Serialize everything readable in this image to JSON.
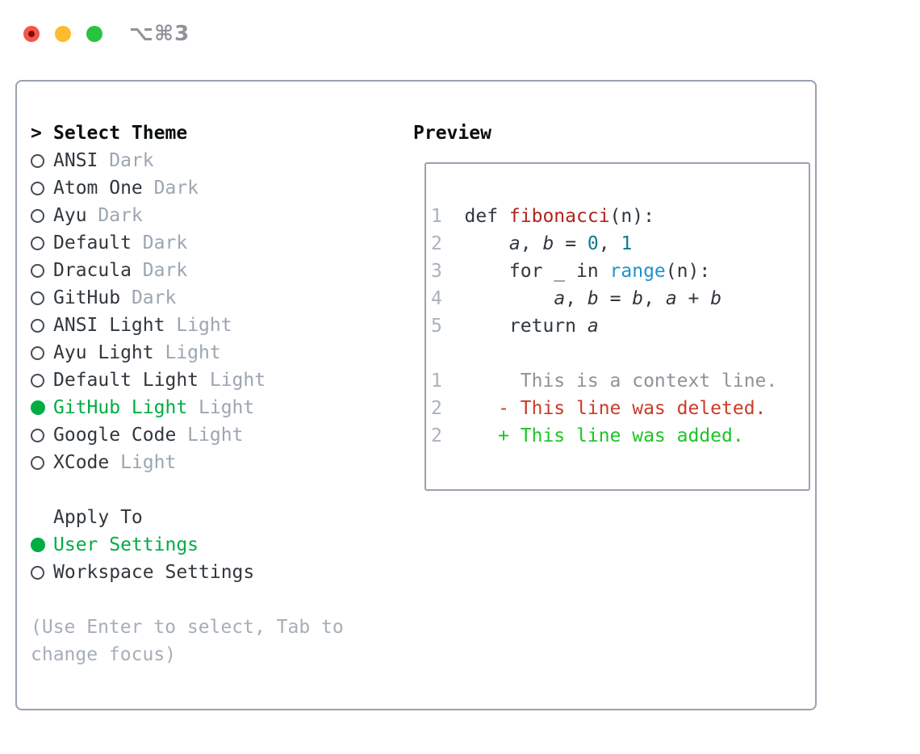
{
  "titlebar": {
    "shortcut": "⌥⌘3",
    "buttons": [
      "close",
      "minimize",
      "zoom"
    ]
  },
  "theme_picker": {
    "prompt_char": ">",
    "title": "Select Theme",
    "items": [
      {
        "name": "ANSI",
        "tag": "Dark",
        "selected": false
      },
      {
        "name": "Atom One",
        "tag": "Dark",
        "selected": false
      },
      {
        "name": "Ayu",
        "tag": "Dark",
        "selected": false
      },
      {
        "name": "Default",
        "tag": "Dark",
        "selected": false
      },
      {
        "name": "Dracula",
        "tag": "Dark",
        "selected": false
      },
      {
        "name": "GitHub",
        "tag": "Dark",
        "selected": false
      },
      {
        "name": "ANSI Light",
        "tag": "Light",
        "selected": false
      },
      {
        "name": "Ayu Light",
        "tag": "Light",
        "selected": false
      },
      {
        "name": "Default Light",
        "tag": "Light",
        "selected": false
      },
      {
        "name": "GitHub Light",
        "tag": "Light",
        "selected": true
      },
      {
        "name": "Google Code",
        "tag": "Light",
        "selected": false
      },
      {
        "name": "XCode",
        "tag": "Light",
        "selected": false
      }
    ],
    "apply_to": {
      "title": "Apply To",
      "options": [
        {
          "name": "User Settings",
          "selected": true
        },
        {
          "name": "Workspace Settings",
          "selected": false
        }
      ]
    },
    "hint": "(Use Enter to select, Tab to change focus)"
  },
  "preview": {
    "title": "Preview",
    "lines": [
      {
        "num": "1",
        "tokens": [
          {
            "t": "def ",
            "c": "plain"
          },
          {
            "t": "fibonacci",
            "c": "fn"
          },
          {
            "t": "(n):",
            "c": "plain"
          }
        ]
      },
      {
        "num": "2",
        "tokens": [
          {
            "t": "    ",
            "c": "plain"
          },
          {
            "t": "a",
            "c": "var"
          },
          {
            "t": ", ",
            "c": "plain"
          },
          {
            "t": "b",
            "c": "var"
          },
          {
            "t": " = ",
            "c": "plain"
          },
          {
            "t": "0",
            "c": "num"
          },
          {
            "t": ", ",
            "c": "plain"
          },
          {
            "t": "1",
            "c": "num"
          }
        ]
      },
      {
        "num": "3",
        "tokens": [
          {
            "t": "    for _ in ",
            "c": "plain"
          },
          {
            "t": "range",
            "c": "call"
          },
          {
            "t": "(n):",
            "c": "plain"
          }
        ]
      },
      {
        "num": "4",
        "tokens": [
          {
            "t": "        ",
            "c": "plain"
          },
          {
            "t": "a",
            "c": "var"
          },
          {
            "t": ", ",
            "c": "plain"
          },
          {
            "t": "b",
            "c": "var"
          },
          {
            "t": " = ",
            "c": "plain"
          },
          {
            "t": "b",
            "c": "var"
          },
          {
            "t": ", ",
            "c": "plain"
          },
          {
            "t": "a",
            "c": "var"
          },
          {
            "t": " + ",
            "c": "plain"
          },
          {
            "t": "b",
            "c": "var"
          }
        ]
      },
      {
        "num": "5",
        "tokens": [
          {
            "t": "    return ",
            "c": "plain"
          },
          {
            "t": "a",
            "c": "var"
          }
        ]
      },
      {
        "num": "",
        "tokens": []
      },
      {
        "num": "1",
        "tokens": [
          {
            "t": "     This is a context line.",
            "c": "context"
          }
        ]
      },
      {
        "num": "2",
        "tokens": [
          {
            "t": "   - This line was deleted.",
            "c": "del"
          }
        ]
      },
      {
        "num": "2",
        "tokens": [
          {
            "t": "   + This line was added.",
            "c": "add"
          }
        ]
      }
    ]
  },
  "colors": {
    "accent_green": "#00ad43",
    "added_green": "#1ec427",
    "deleted_red": "#cb3a28",
    "function_red": "#b2241c",
    "builtin_blue": "#1f93c9",
    "number_teal": "#0b7c8c",
    "tag_gray": "#9ba6b2",
    "hint_gray": "#a6aeb8",
    "context_gray": "#8d9399",
    "line_number_gray": "#a9b2bd",
    "border_gray": "#99a2ad",
    "text_dark": "#30373d",
    "traffic_red": "#f5554e",
    "traffic_yellow": "#fdbc2e",
    "traffic_green": "#27c53f"
  }
}
